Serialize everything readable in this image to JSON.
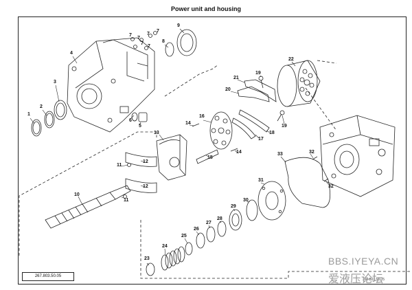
{
  "title": "Power unit and housing",
  "drawing_number": "267.803.50.05",
  "drawing_number_right": "267.803.50.05",
  "watermark": {
    "line1": "BBS.IYEYA.CN",
    "line2": "爱液压论坛"
  },
  "callouts": [
    "1",
    "2",
    "3",
    "4",
    "5",
    "6",
    "7",
    "7",
    "7",
    "7",
    "7",
    "7",
    "8",
    "9",
    "10",
    "11",
    "11",
    "12",
    "12",
    "13",
    "14",
    "14",
    "15",
    "16",
    "17",
    "18",
    "19",
    "19",
    "20",
    "21",
    "22",
    "23",
    "24",
    "25",
    "26",
    "27",
    "28",
    "29",
    "30",
    "31",
    "32",
    "32",
    "33"
  ]
}
